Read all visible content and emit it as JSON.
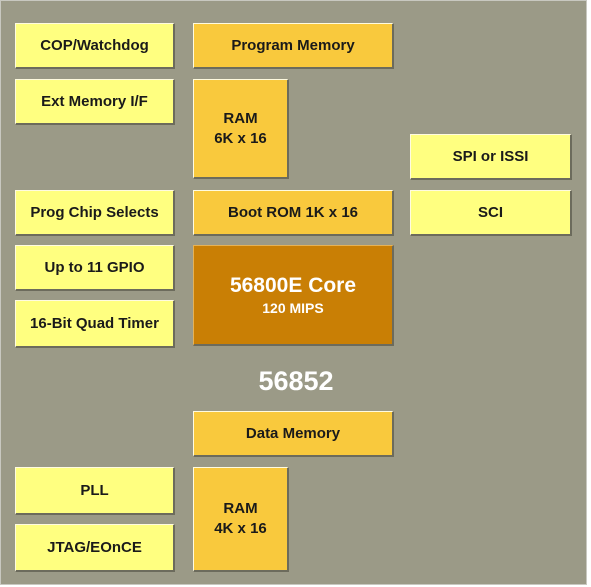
{
  "diagram": {
    "chip_name": "56852",
    "left_column": [
      {
        "label": "COP/Watchdog"
      },
      {
        "label": "Ext Memory I/F"
      },
      {
        "label": "Prog Chip Selects"
      },
      {
        "label": "Up to 11 GPIO"
      },
      {
        "label": "16-Bit Quad Timer"
      },
      {
        "label": "PLL"
      },
      {
        "label": "JTAG/EOnCE"
      }
    ],
    "program_memory": {
      "label": "Program Memory",
      "ram_label": "RAM",
      "ram_size": "6K x 16",
      "boot_rom": "Boot ROM 1K x 16"
    },
    "core": {
      "title": "56800E Core",
      "speed": "120 MIPS"
    },
    "data_memory": {
      "label": "Data Memory",
      "ram_label": "RAM",
      "ram_size": "4K x 16"
    },
    "right_column": [
      {
        "label": "SPI or ISSI"
      },
      {
        "label": "SCI"
      }
    ],
    "colors": {
      "background": "#9b9a87",
      "peripheral_block": "#ffff80",
      "memory_block": "#f9c93d",
      "core_block": "#c97f05",
      "chip_label": "#ffffff"
    }
  }
}
